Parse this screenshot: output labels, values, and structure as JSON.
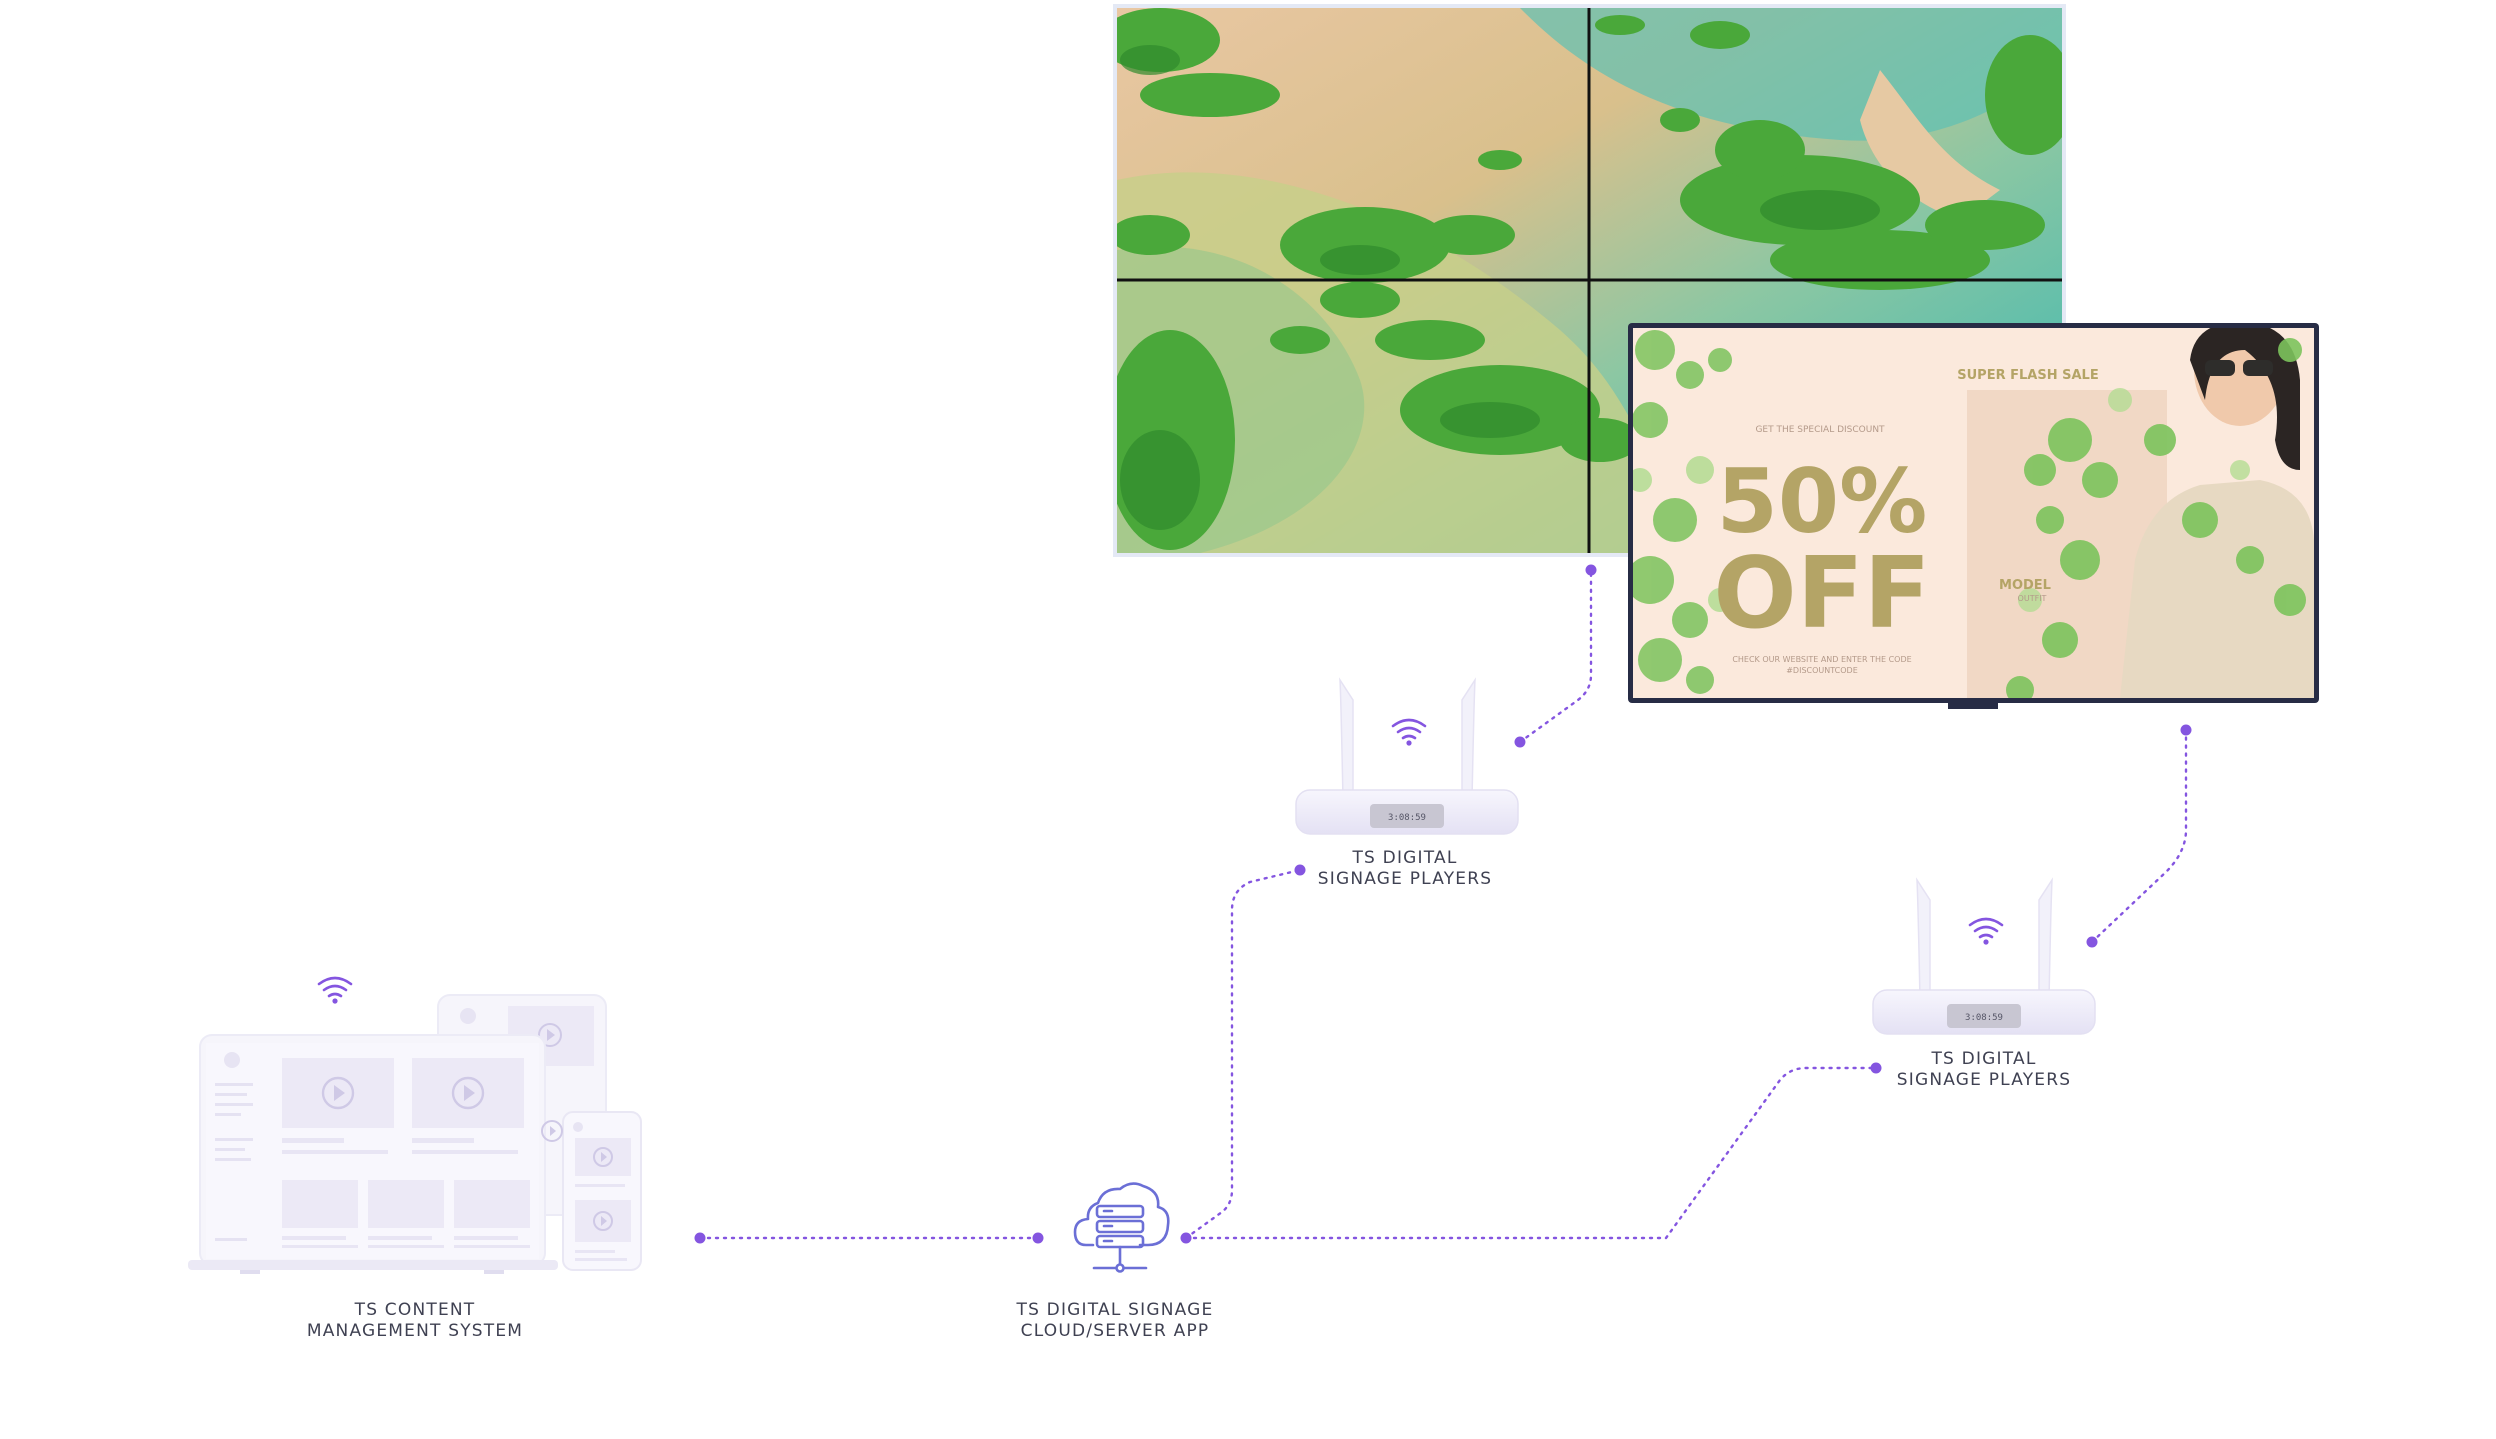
{
  "nodes": {
    "cms": {
      "line1": "TS CONTENT",
      "line2": "MANAGEMENT SYSTEM",
      "icon": "devices-icon"
    },
    "cloud": {
      "line1": "TS DIGITAL SIGNAGE",
      "line2": "CLOUD/SERVER APP",
      "icon": "cloud-server-icon"
    },
    "player_top": {
      "line1": "TS DIGITAL",
      "line2": "SIGNAGE PLAYERS",
      "icon": "router-icon",
      "display": "3:08:59"
    },
    "player_bottom": {
      "line1": "TS DIGITAL",
      "line2": "SIGNAGE PLAYERS",
      "icon": "router-icon",
      "display": "3:08:59"
    }
  },
  "screens": {
    "video_wall": {
      "icon": "video-wall-icon"
    },
    "promo": {
      "headline": "SUPER FLASH SALE",
      "kicker": "GET THE SPECIAL DISCOUNT",
      "percent": "50%",
      "off": "OFF",
      "model": "MODEL",
      "outfit": "OUTFIT",
      "footnote1": "CHECK OUR WEBSITE AND ENTER THE CODE",
      "footnote2": "#DISCOUNTCODE"
    }
  },
  "colors": {
    "accent": "#8455e0",
    "label": "#3f4152",
    "device": "#f1eff9",
    "promo_gold": "#b4a466",
    "promo_bg": "#fbe9dc"
  }
}
